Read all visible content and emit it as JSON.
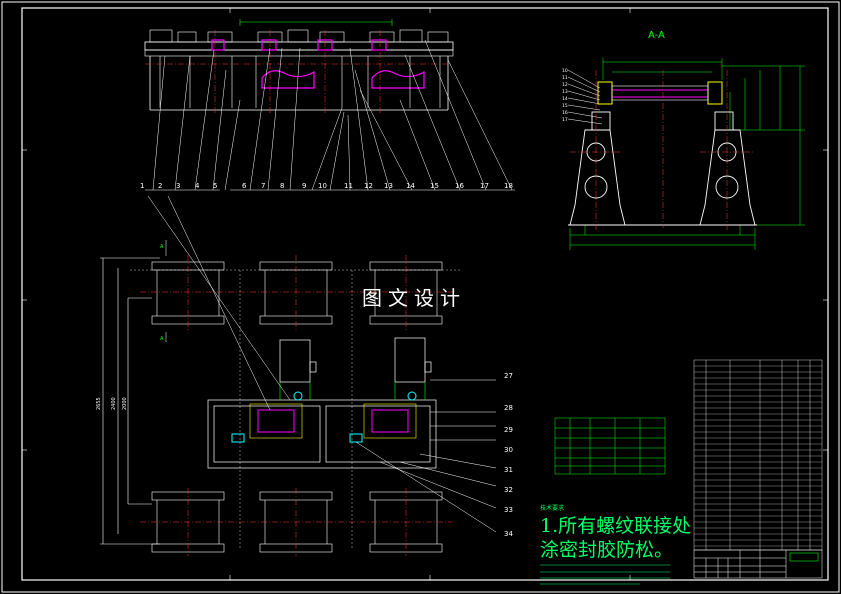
{
  "title_section": "A-A",
  "watermark": "图文设计",
  "callouts_top": [
    "1",
    "2",
    "3",
    "4",
    "5",
    "6",
    "7",
    "8",
    "9",
    "10",
    "11",
    "12",
    "13",
    "14",
    "15",
    "16",
    "17",
    "18"
  ],
  "callouts_right": [
    "27",
    "28",
    "29",
    "30",
    "31",
    "32",
    "33",
    "34"
  ],
  "note": {
    "header": "技术要求",
    "line1": "1.所有螺纹联接处",
    "line2": "涂密封胶防松。"
  },
  "colors": {
    "background": "#000000",
    "frame": "#ffffff",
    "linework": "#ffffff",
    "dimension": "#00ff00",
    "centerline": "#ff3333",
    "hidden": "#ffff00",
    "accent_magenta": "#ff00ff",
    "accent_cyan": "#00ffff",
    "note": "#00ff66"
  }
}
